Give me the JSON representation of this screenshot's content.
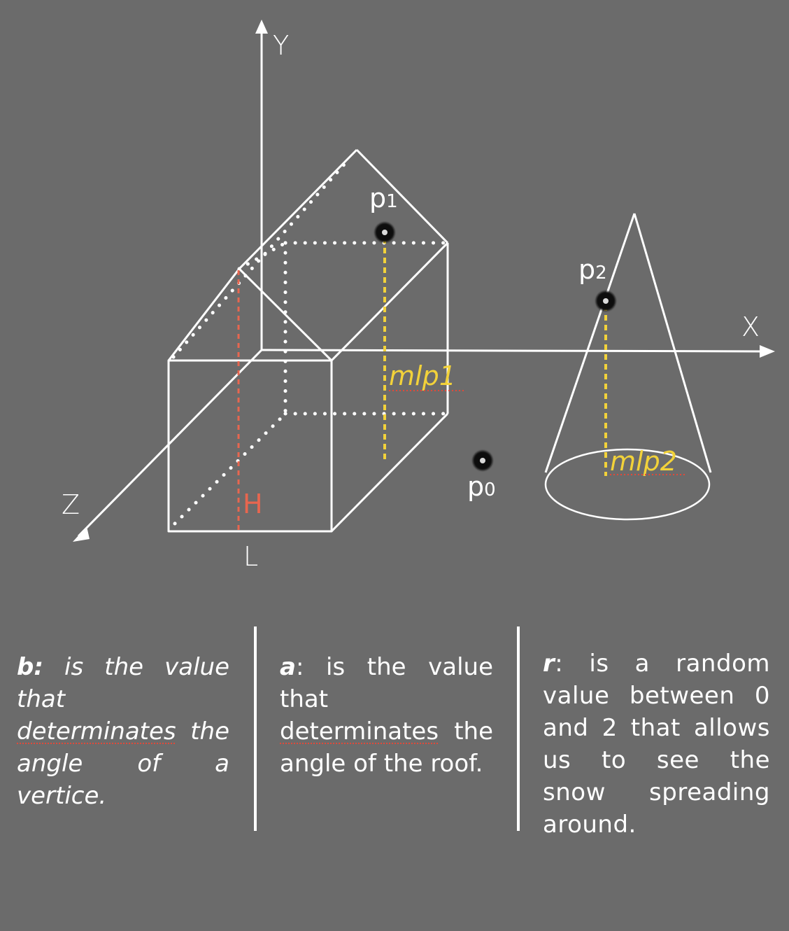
{
  "axes": {
    "x": "X",
    "y": "Y",
    "z": "Z"
  },
  "points": [
    {
      "id": "p1",
      "base": "p",
      "sub": "1"
    },
    {
      "id": "p2",
      "base": "p",
      "sub": "2"
    },
    {
      "id": "p0",
      "base": "p",
      "sub": "0"
    }
  ],
  "labels": {
    "mlp1": "mlp1",
    "mlp2": "mlp2",
    "height": "H",
    "length": "L"
  },
  "colors": {
    "background": "#6b6b6b",
    "lines": "#ffffff",
    "measure": "#f2d23a",
    "dimension": "#e8664f"
  },
  "notes": {
    "b": {
      "key": "b:",
      "pre": " is the value that ",
      "underlined": "determinates",
      "post": " the angle of a vertice."
    },
    "a": {
      "key": "a",
      "pre": ": is the value that ",
      "underlined": "determinates",
      "post": " the angle of the roof."
    },
    "r": {
      "key": "r",
      "text": ": is a random value between 0 and 2 that allows us to see the snow spreading around."
    }
  }
}
